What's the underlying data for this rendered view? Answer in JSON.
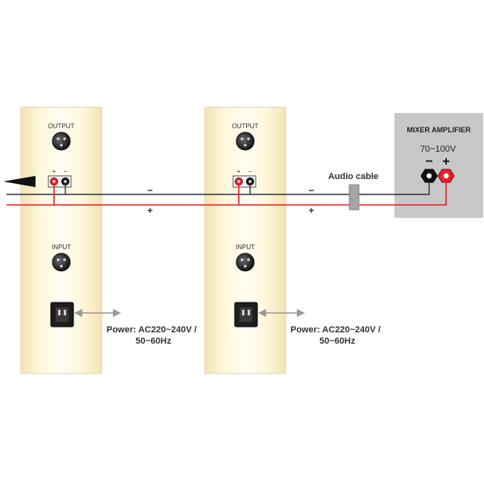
{
  "speaker_units": [
    {
      "output_label": "OUTPUT",
      "plus_label": "+",
      "minus_label": "−",
      "input_label": "INPUT"
    },
    {
      "output_label": "OUTPUT",
      "plus_label": "+",
      "minus_label": "−",
      "input_label": "INPUT"
    }
  ],
  "power_notes": [
    {
      "line1": "Power: AC220~240V /",
      "line2": "50~60Hz"
    },
    {
      "line1": "Power: AC220~240V /",
      "line2": "50~60Hz"
    }
  ],
  "wire_signs": {
    "minus": "−",
    "plus": "+"
  },
  "audio_cable_label": "Audio cable",
  "mixer_amplifier": {
    "title": "MIXER AMPLIFIER",
    "voltage": "70~100V",
    "minus_label": "−",
    "plus_label": "+"
  },
  "colors": {
    "positive_wire": "#e8202a",
    "negative_wire": "#333333",
    "panel_glow": "#fff3c8",
    "amp_box": "#c8c8c8"
  }
}
